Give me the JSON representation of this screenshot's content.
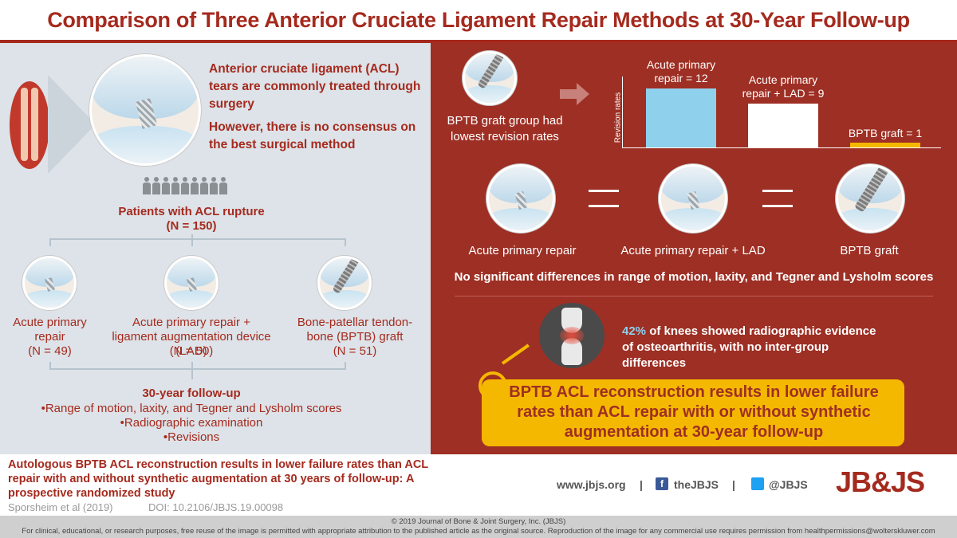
{
  "title": "Comparison of Three Anterior Cruciate Ligament Repair Methods at 30-Year Follow-up",
  "left": {
    "intro1": "Anterior cruciate ligament (ACL) tears are commonly treated through surgery",
    "intro2": "However, there is no consensus on the best surgical method",
    "patients_label": "Patients with ACL rupture",
    "patients_n": "(N = 150)",
    "groups": [
      {
        "name": "Acute primary repair",
        "n": "(N = 49)"
      },
      {
        "name": "Acute primary repair + ligament augmentation device (LAD)",
        "n": "(N = 50)"
      },
      {
        "name": "Bone-patellar tendon-bone (BPTB) graft",
        "n": "(N = 51)"
      }
    ],
    "followup_title": "30-year follow-up",
    "followup_items": [
      "•Range of motion, laxity, and Tegner and Lysholm scores",
      "•Radiographic examination",
      "•Revisions"
    ]
  },
  "right": {
    "bptb_text": "BPTB graft group had lowest revision rates",
    "chart_ylabel": "Revision rates",
    "bar_labels": [
      "Acute primary repair = 12",
      "Acute primary repair + LAD = 9",
      "BPTB graft = 1"
    ],
    "methods": [
      "Acute primary repair",
      "Acute primary repair + LAD",
      "BPTB graft"
    ],
    "no_diff": "No significant differences in range of motion, laxity, and Tegner and Lysholm scores",
    "oa_pct": "42%",
    "oa_text": " of knees showed radiographic evidence of osteoarthritis, with no inter-group differences",
    "key_text": "BPTB ACL reconstruction results in lower failure rates than ACL repair with or without synthetic augmentation at 30-year follow-up"
  },
  "chart_data": {
    "type": "bar",
    "categories": [
      "Acute primary repair",
      "Acute primary repair + LAD",
      "BPTB graft"
    ],
    "values": [
      12,
      9,
      1
    ],
    "ylabel": "Revision rates",
    "colors": [
      "#8fd0ec",
      "#ffffff",
      "#f5b800"
    ]
  },
  "citation": {
    "text": "Autologous BPTB ACL reconstruction results in lower failure rates than ACL repair with and without synthetic augmentation at 30 years of follow-up: A prospective randomized study",
    "authors": "Sporsheim et al (2019)",
    "doi": "DOI: 10.2106/JBJS.19.00098",
    "web": "www.jbjs.org",
    "facebook": "theJBJS",
    "twitter": "@JBJS",
    "logo": "JB&JS"
  },
  "bottom": {
    "copyright": "© 2019 Journal of Bone & Joint Surgery, Inc. (JBJS)",
    "notice": "For clinical, educational, or research purposes, free reuse of the image is permitted with appropriate attribution to the published article as the original source. Reproduction of the image for any commercial use requires permission from healthpermissions@wolterskluwer.com"
  },
  "colors": {
    "brand": "#a52a1e",
    "right_bg": "#9e2f24",
    "left_bg": "#dde3e8",
    "key": "#f5b800"
  }
}
